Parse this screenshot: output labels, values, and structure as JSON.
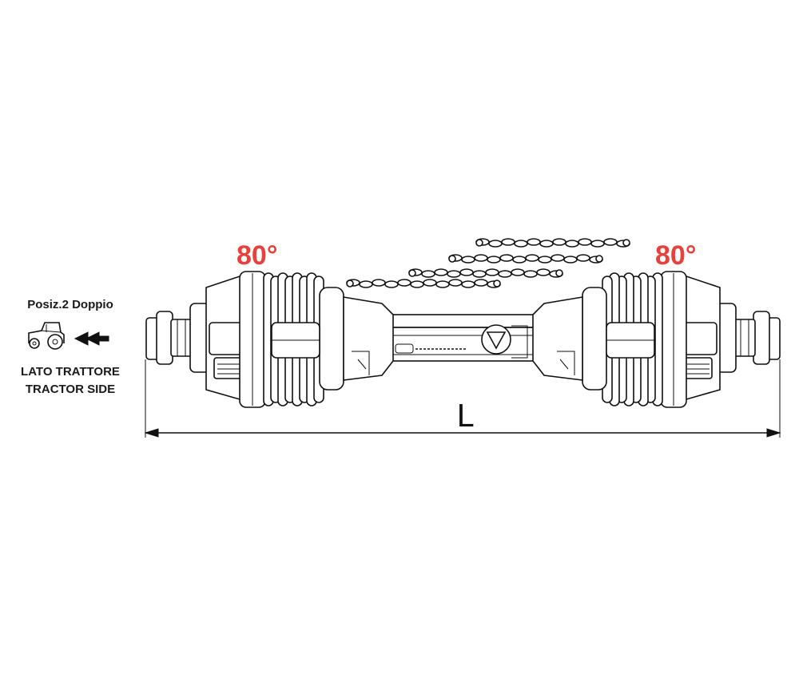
{
  "annotations": {
    "left_angle": "80°",
    "right_angle": "80°",
    "angle_color": "#e8413c"
  },
  "tractor_side": {
    "position_label": "Posiz.2 Doppio",
    "label_it": "LATO TRATTORE",
    "label_en": "TRACTOR SIDE"
  },
  "dimension": {
    "label": "L"
  },
  "icons": {
    "tractor": "tractor-icon",
    "direction": "double-arrow-left-icon"
  }
}
